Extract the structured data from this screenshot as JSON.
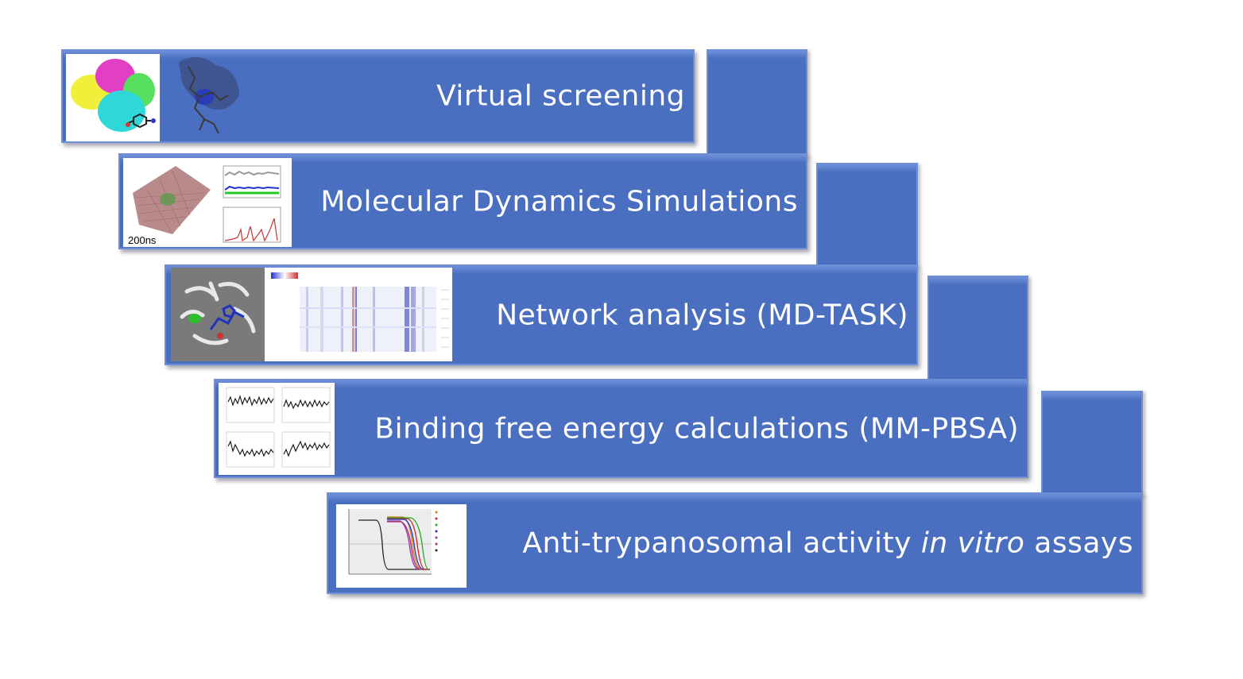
{
  "steps": [
    {
      "label": "Virtual screening"
    },
    {
      "label": "Molecular Dynamics Simulations",
      "thumb_caption": "200ns"
    },
    {
      "label": "Network analysis (MD-TASK)"
    },
    {
      "label": "Binding free energy calculations (MM-PBSA)"
    },
    {
      "label_pre": "Anti-trypanosomal activity ",
      "label_italic": "in vitro",
      "label_post": " assays"
    }
  ],
  "colors": {
    "bar": "#4a6fc0",
    "bar_edge": "#6d8fd6"
  }
}
